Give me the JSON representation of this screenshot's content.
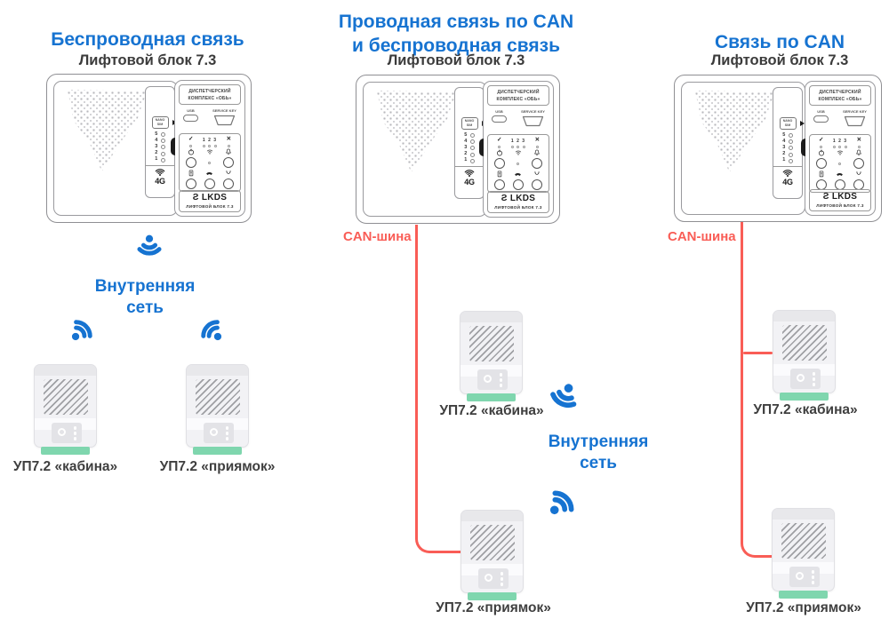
{
  "columns": {
    "wireless": {
      "title_line1": "Беспроводная связь",
      "subtitle": "Лифтовой блок 7.3",
      "network_label": "Внутренняя сеть",
      "cabin_label": "УП7.2 «кабина»",
      "pit_label": "УП7.2 «приямок»"
    },
    "wired_and_wireless": {
      "title_line1": "Проводная связь по CAN",
      "title_line2": "и беспроводная связь",
      "subtitle": "Лифтовой блок 7.3",
      "can_bus_label": "CAN-шина",
      "network_label": "Внутренняя сеть",
      "cabin_label": "УП7.2 «кабина»",
      "pit_label": "УП7.2 «приямок»"
    },
    "wired": {
      "title_line1": "Связь по CAN",
      "subtitle": "Лифтовой блок 7.3",
      "can_bus_label": "CAN-шина",
      "cabin_label": "УП7.2 «кабина»",
      "pit_label": "УП7.2 «приямок»"
    }
  },
  "lift_block": {
    "header_line1": "ДИСПЕТЧЕРСКИЙ",
    "header_line2": "КОМПЛЕКС «ОБЬ»",
    "usb_label": "USB",
    "service_key_label": "SERVICE KEY",
    "sim_card_label": "NANO SIM",
    "signal_levels": [
      "5",
      "4",
      "3",
      "2",
      "1"
    ],
    "check_label": "✓",
    "digits_label": "1 2 3",
    "cross_label": "✕",
    "modem_label": "4G",
    "brand_mark": "Ƨ",
    "brand": "LKDS",
    "brand_sub": "ЛИФТОВОЙ БЛОК 7.3"
  },
  "colors": {
    "accent_blue": "#1673D1",
    "can_red": "#F95D56",
    "device_green": "#7FD6AE",
    "text_dark": "#3B3B3B"
  }
}
